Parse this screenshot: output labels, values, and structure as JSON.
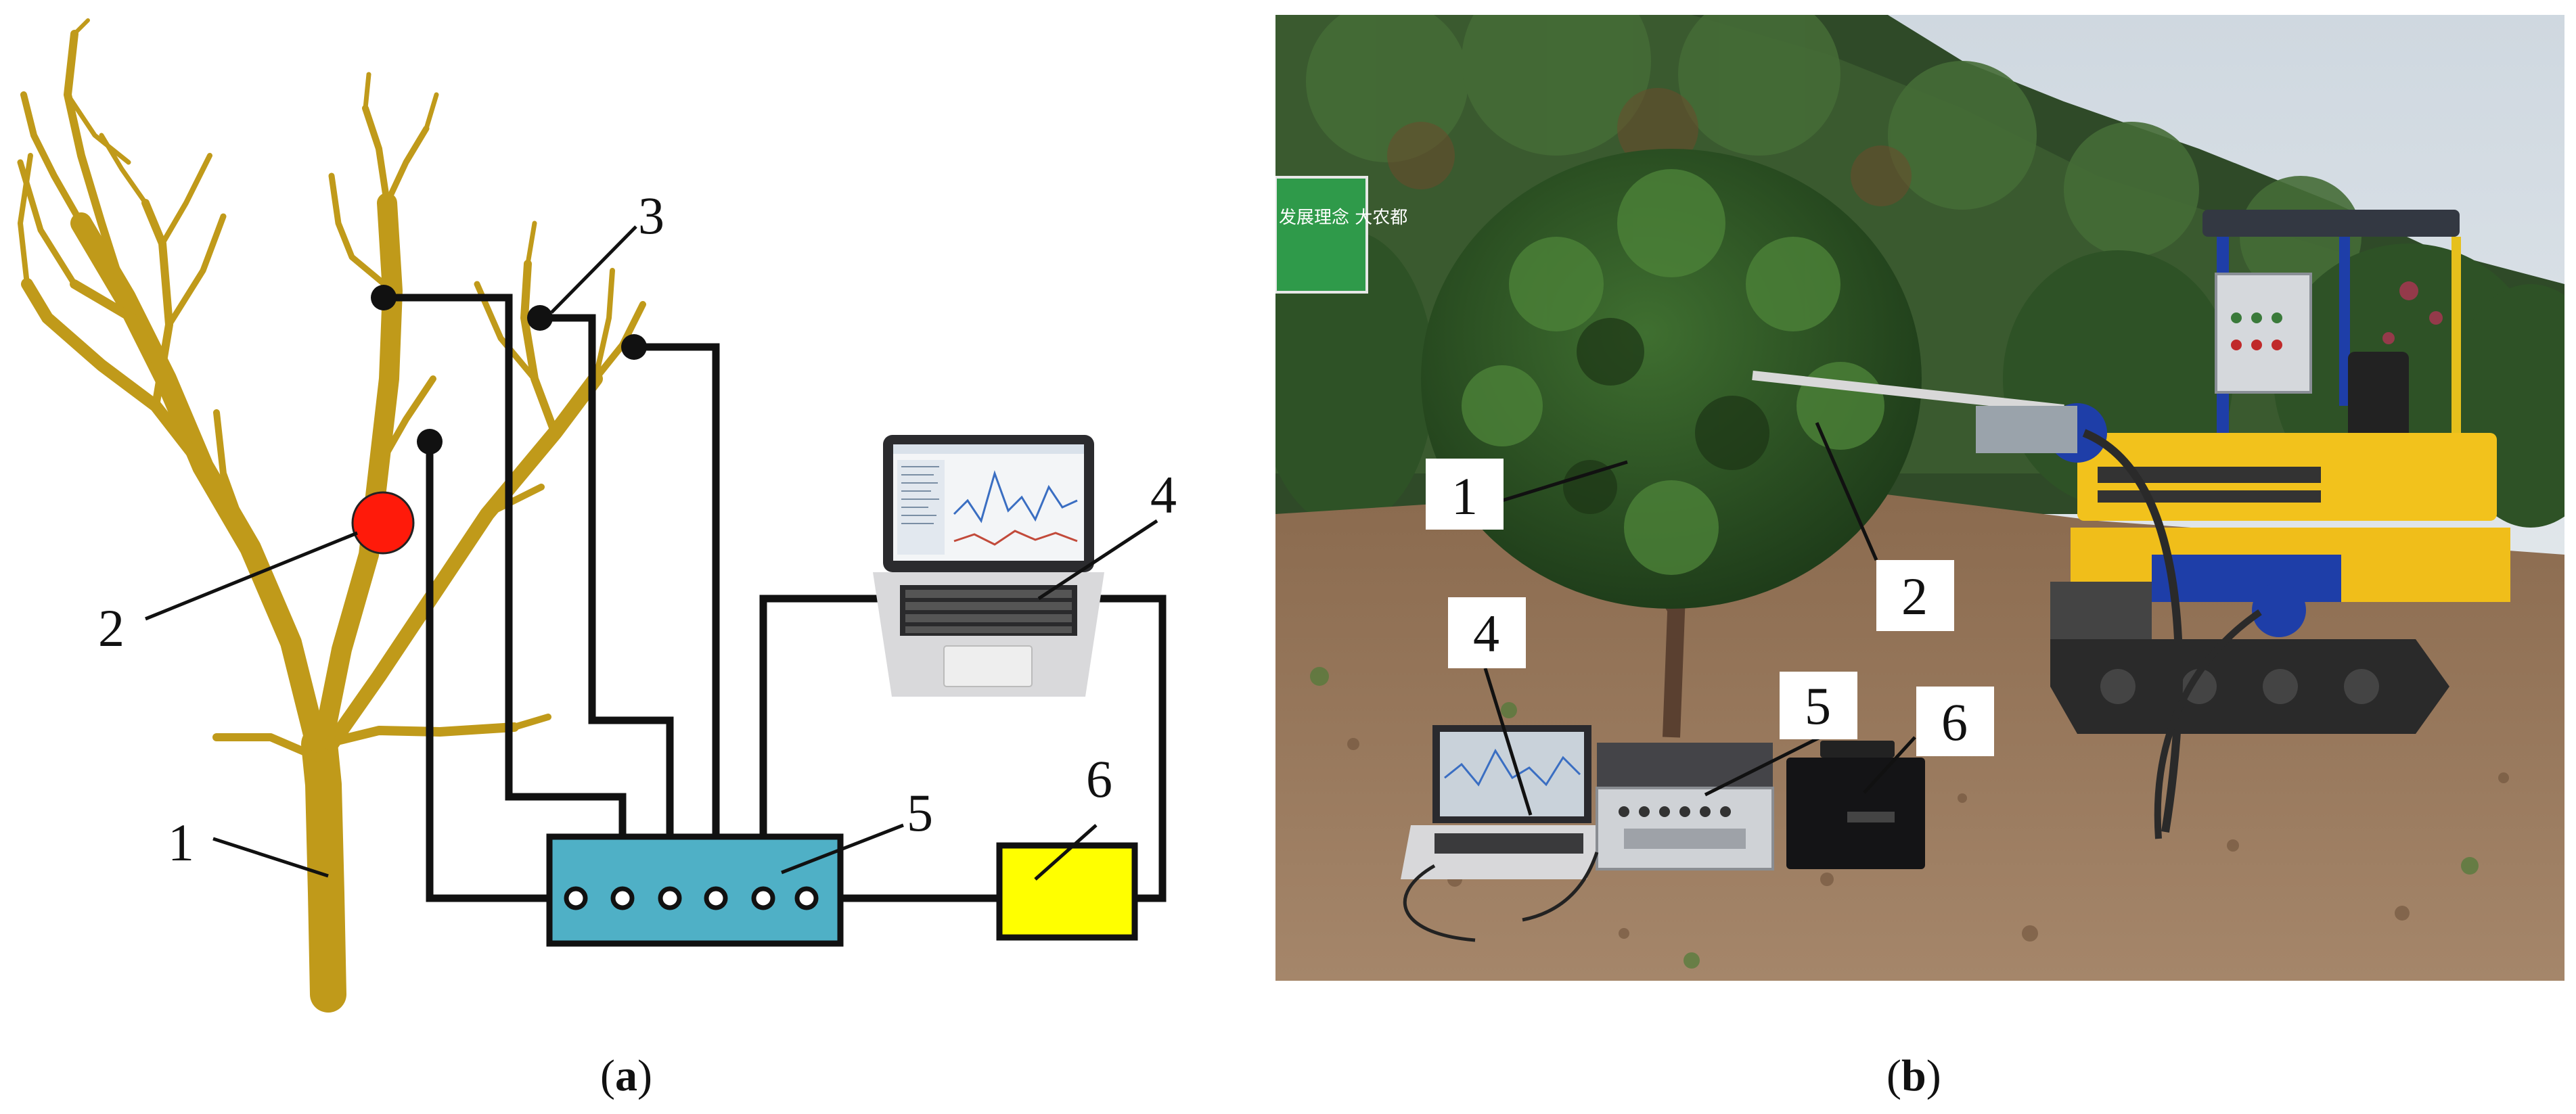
{
  "panel_a": {
    "labels": {
      "tree": "1",
      "sensor": "2",
      "port": "3",
      "laptop": "4",
      "acq_box": "5",
      "power": "6"
    },
    "caption_open": "(",
    "caption_letter": "a",
    "caption_close": ")"
  },
  "panel_b": {
    "labels": {
      "tree": "1",
      "sensor": "2",
      "laptop": "4",
      "acq_box": "5",
      "power": "6"
    },
    "sign_text": "发展理念 大农都",
    "caption_open": "(",
    "caption_letter": "b",
    "caption_close": ")"
  },
  "colors": {
    "branch": "#c09a1a",
    "sensor_red": "#ff1a0a",
    "acq_box": "#4fb0c6",
    "power_yellow": "#ffff00",
    "machine_yellow": "#f2c21c",
    "machine_blue": "#1e3ea8"
  }
}
